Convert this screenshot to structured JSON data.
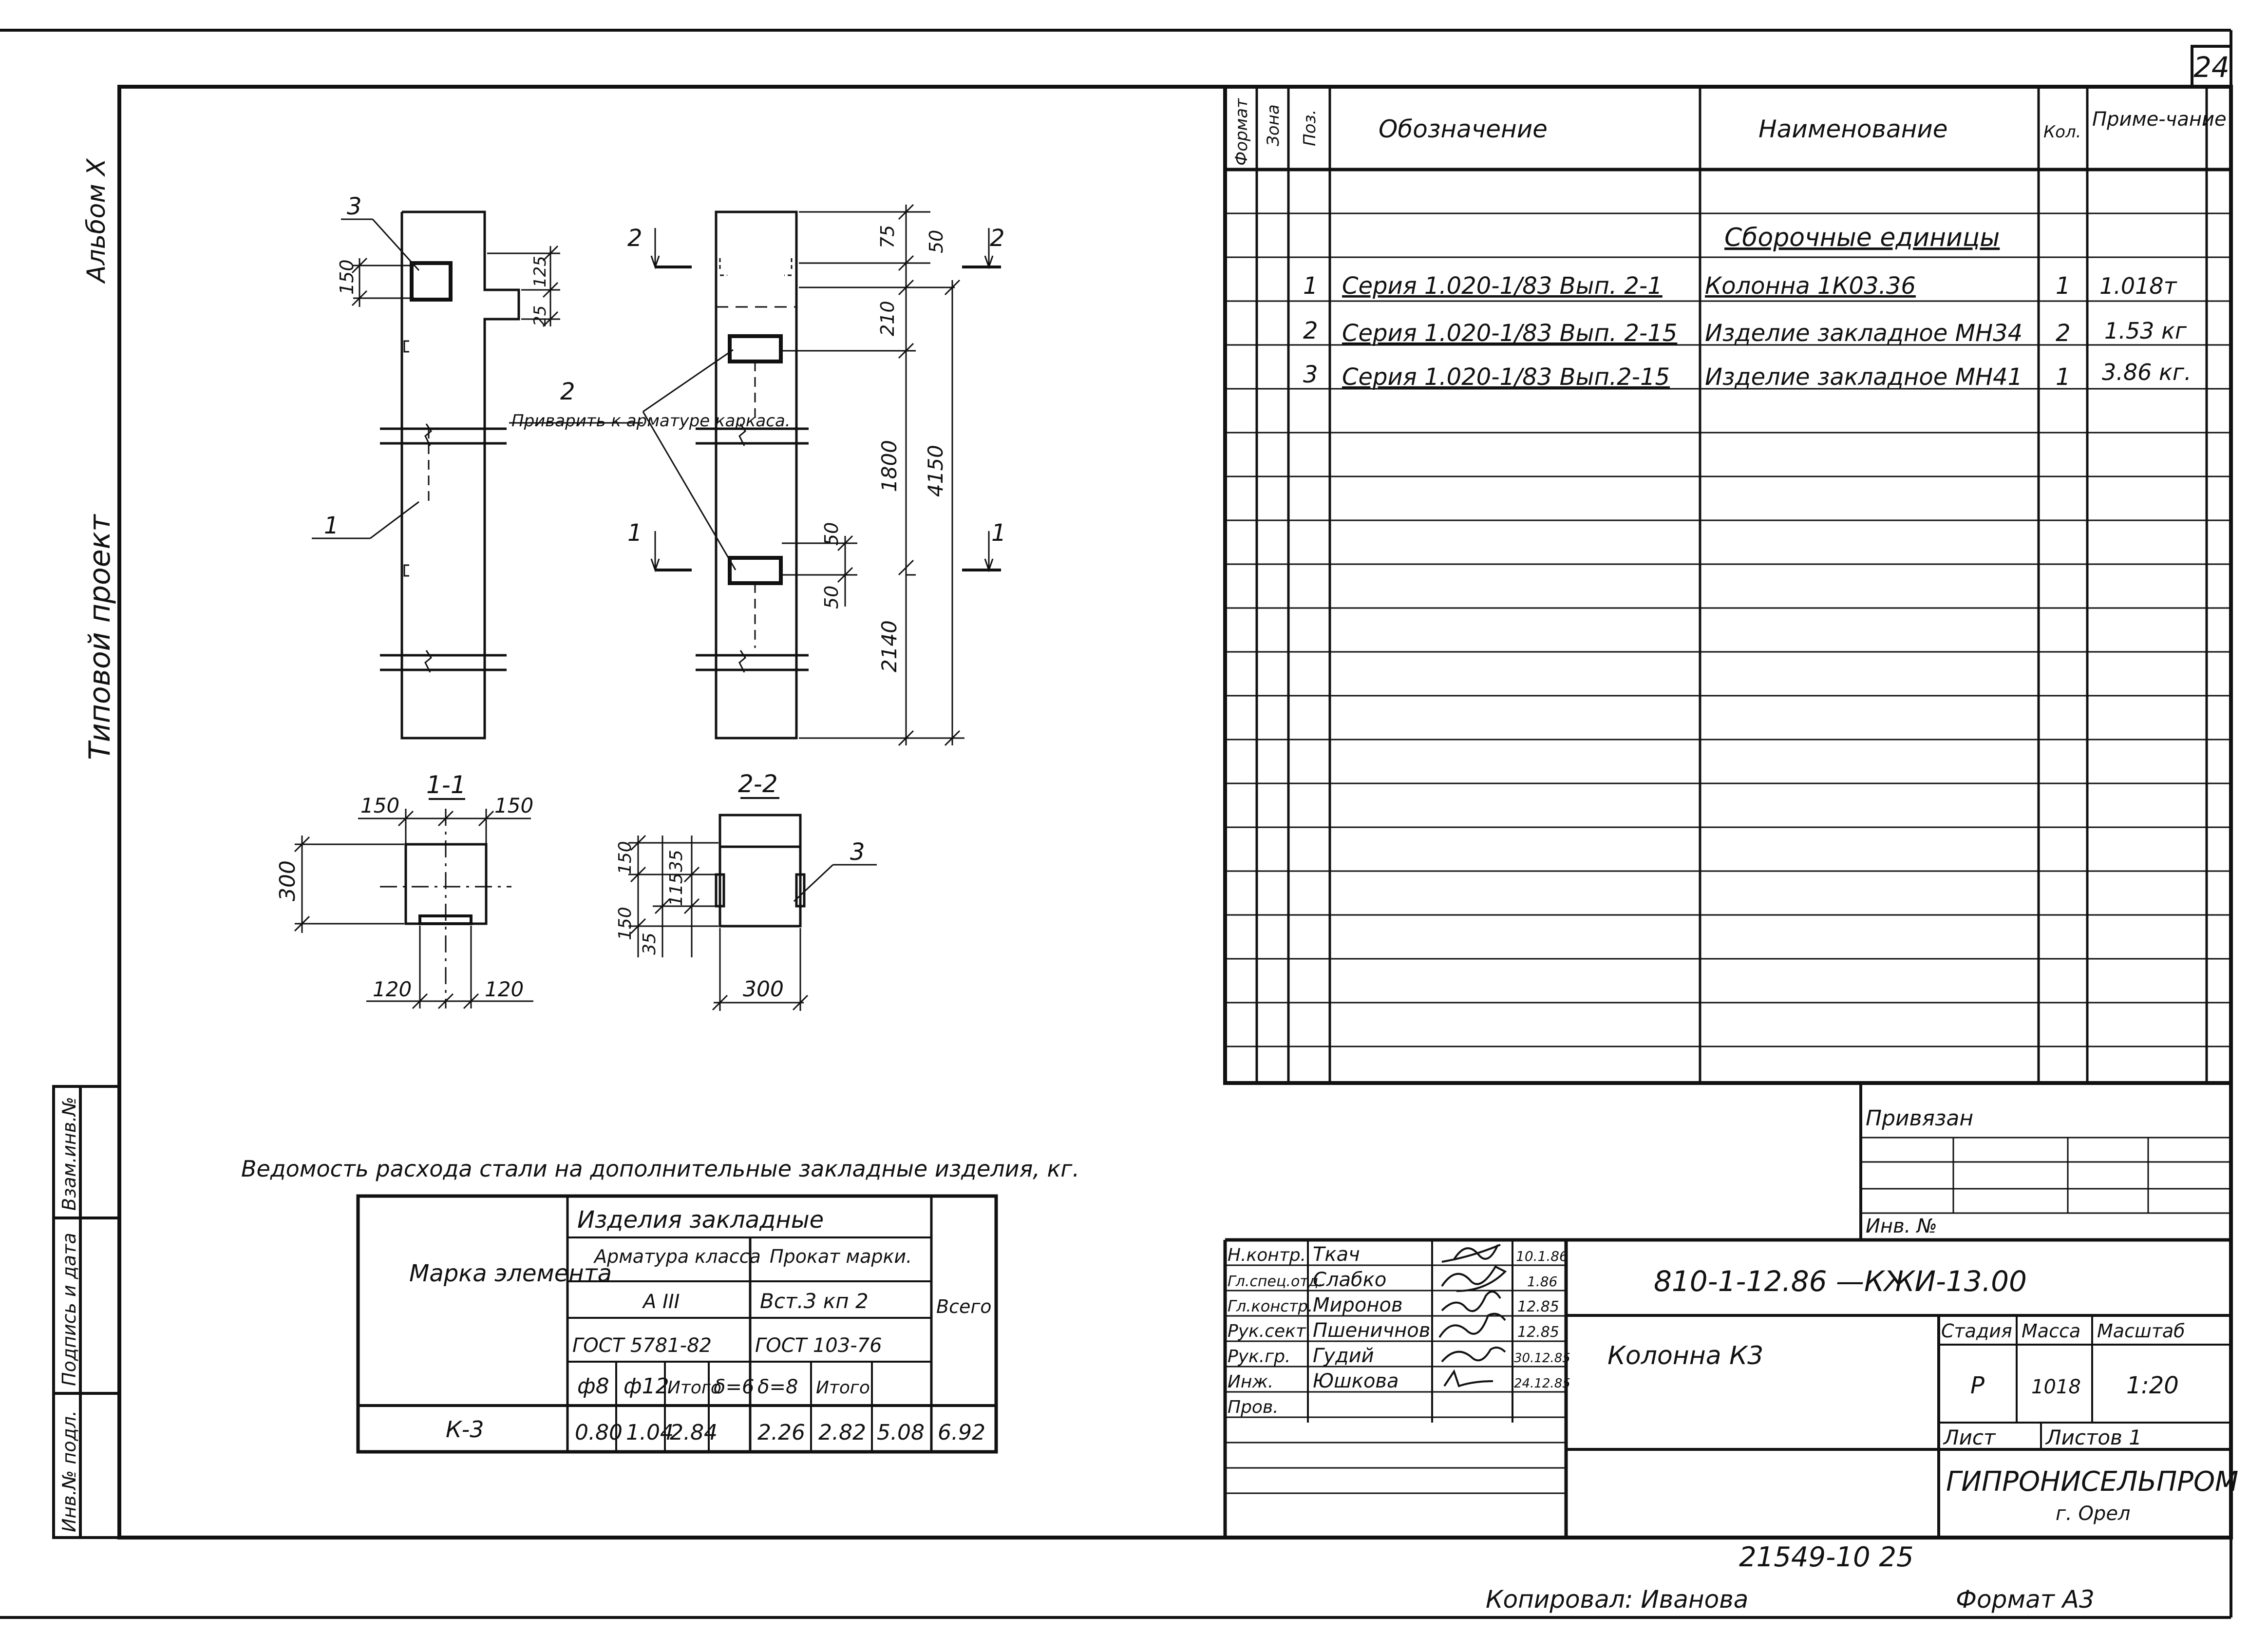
{
  "sheet": {
    "number": "24",
    "margin_album": "Альбом X",
    "margin_project": "Типовой проект",
    "side_stamp": [
      "Инв.№ подл.",
      "Подпись и дата",
      "Взам.инв.№"
    ]
  },
  "spec_table": {
    "headers": {
      "format": "Формат",
      "zone": "Зона",
      "pos": "Поз.",
      "designation": "Обозначение",
      "name": "Наименование",
      "qty": "Кол.",
      "note": "Приме-чание"
    },
    "section_title": "Сборочные единицы",
    "rows": [
      {
        "pos": "1",
        "designation": "Серия 1.020-1/83 Вып. 2-1",
        "name": "Колонна 1К03.36",
        "qty": "1",
        "note": "1.018т"
      },
      {
        "pos": "2",
        "designation": "Серия 1.020-1/83 Вып. 2-15",
        "name": "Изделие закладное МН34",
        "qty": "2",
        "note": "1.53 кг"
      },
      {
        "pos": "3",
        "designation": "Серия 1.020-1/83 Вып.2-15",
        "name": "Изделие закладное МН41",
        "qty": "1",
        "note": "3.86 кг."
      }
    ]
  },
  "drawing": {
    "leader_pos1": "1",
    "leader_pos2": "2",
    "leader_pos3": "3",
    "weld_note": "Приварить к арматуре каркаса.",
    "section_1": "1-1",
    "section_2": "2-2",
    "section_mark_1": "1",
    "section_mark_2": "2",
    "dim_side_150": "150",
    "dim_side_125": "125",
    "dim_side_25": "25",
    "dim_75": "75",
    "dim_50_top": "50",
    "dim_210": "210",
    "dim_1800": "1800",
    "dim_4150": "4150",
    "dim_50_a": "50",
    "dim_50_b": "50",
    "dim_2140": "2140",
    "s1_150_left": "150",
    "s1_150_right": "150",
    "s1_300": "300",
    "s1_120_left": "120",
    "s1_120_right": "120",
    "s2_150": "150",
    "s2_150b": "150",
    "s2_35": "35",
    "s2_115": "115",
    "s2_35b": "35",
    "s2_300": "300"
  },
  "steel_table": {
    "title": "Ведомость расхода стали на дополнительные закладные изделия, кг.",
    "mark_header": "Марка элемента",
    "group_header": "Изделия закладные",
    "rebar_header": "Арматура класса",
    "rebar_class": "А III",
    "rebar_gost": "ГОСТ 5781-82",
    "steel_header": "Прокат марки.",
    "steel_grade": "Вст.3 кп 2",
    "steel_gost": "ГОСТ 103-76",
    "total_header": "Всего",
    "cols": [
      "ф8",
      "ф12",
      "Итого",
      "δ=6",
      "δ=8",
      "Итого"
    ],
    "row": {
      "mark": "К-3",
      "values": [
        "0.80",
        "1.04",
        "2.84",
        "2.26",
        "2.82",
        "5.08"
      ],
      "total": "6.92"
    }
  },
  "title_block": {
    "privyazan": "Привязан",
    "inv_no": "Инв. №",
    "code": "810-1-12.86 —КЖИ-13.00",
    "title": "Колонна К3",
    "stage_label": "Стадия",
    "mass_label": "Масса",
    "scale_label": "Масштаб",
    "stage": "Р",
    "mass": "1018",
    "scale": "1:20",
    "sheet_label": "Лист",
    "sheets_label": "Листов 1",
    "org": "ГИПРОНИСЕЛЬПРОМ",
    "city": "г. Орел",
    "signatures": [
      {
        "role": "Н.контр.",
        "name": "Ткач",
        "date": "10.1.86"
      },
      {
        "role": "Гл.спец.отд.",
        "name": "Слабко",
        "date": "1.86"
      },
      {
        "role": "Гл.констр.",
        "name": "Миронов",
        "date": "12.85"
      },
      {
        "role": "Рук.сект.",
        "name": "Пшеничнов",
        "date": "12.85"
      },
      {
        "role": "Рук.гр.",
        "name": "Гудий",
        "date": "30.12.85"
      },
      {
        "role": "Инж.",
        "name": "Юшкова",
        "date": "24.12.85"
      },
      {
        "role": "Пров.",
        "name": "",
        "date": ""
      }
    ]
  },
  "footer": {
    "archive_no": "21549-10 25",
    "copied_by": "Копировал: Иванова",
    "format": "Формат А3"
  }
}
